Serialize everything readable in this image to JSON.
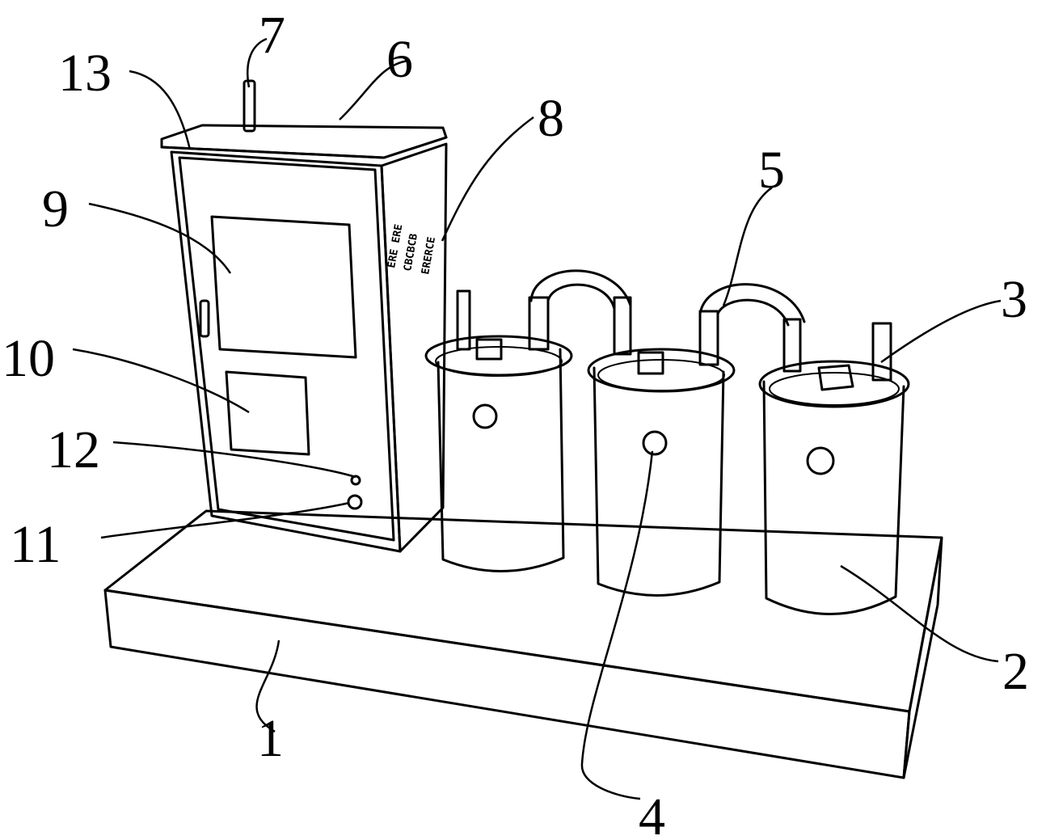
{
  "figure": {
    "labels": {
      "base": "1",
      "tank_right": "2",
      "vent_pipe": "3",
      "sight_window": "4",
      "connecting_pipe": "5",
      "cabinet_top": "6",
      "antenna": "7",
      "vents": "8",
      "display_screen": "9",
      "control_panel": "10",
      "button_lower": "11",
      "button_upper": "12",
      "cabinet_door": "13"
    }
  }
}
